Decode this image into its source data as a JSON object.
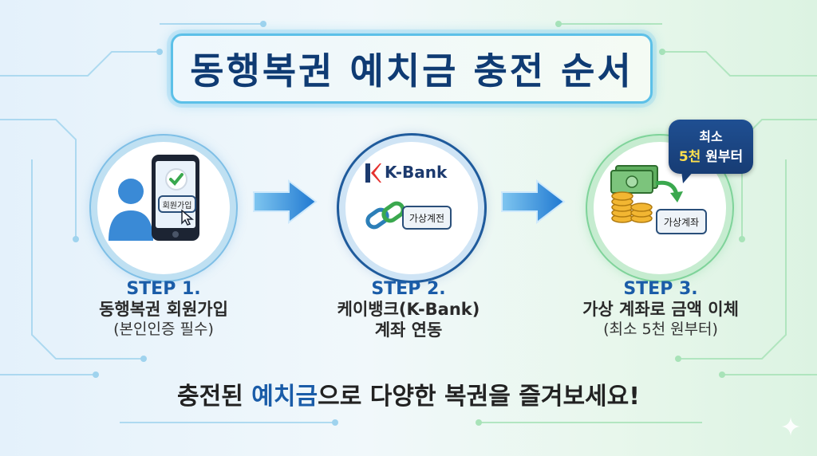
{
  "title": "동행복권 예치금 충전 순서",
  "steps": [
    {
      "label": "STEP 1.",
      "line1": "동행복권 회원가입",
      "line2": "(본인인증 필수)",
      "badge": "회원가입"
    },
    {
      "label": "STEP 2.",
      "line1": "케이뱅크(K-Bank)",
      "line2": "계좌 연동",
      "brand": "K-Bank",
      "tag": "가상계전"
    },
    {
      "label": "STEP 3.",
      "line1": "가상 계좌로 금액 이체",
      "line2": "(최소 5천 원부터)",
      "tag": "가상계좌"
    }
  ],
  "bubble": {
    "line1": "최소",
    "line2_highlight": "5천",
    "line2_rest": " 원부터"
  },
  "bottom": {
    "part1": "충전된 ",
    "highlight": "예치금",
    "part2": "으로 다양한 복권을 즐겨보세요!"
  },
  "icons": [
    "user-icon",
    "smartphone-icon",
    "checkmark-icon",
    "cursor-icon",
    "kbank-logo-icon",
    "chain-link-icon",
    "money-bills-icon",
    "coin-stack-icon",
    "curved-arrow-icon",
    "right-arrow-icon",
    "sparkle-icon"
  ],
  "colors": {
    "navy": "#0f3b73",
    "step_blue": "#1a5ca8",
    "cyan": "#5cc0e8",
    "green": "#4fbf6d",
    "highlight_yellow": "#ffe04d"
  }
}
